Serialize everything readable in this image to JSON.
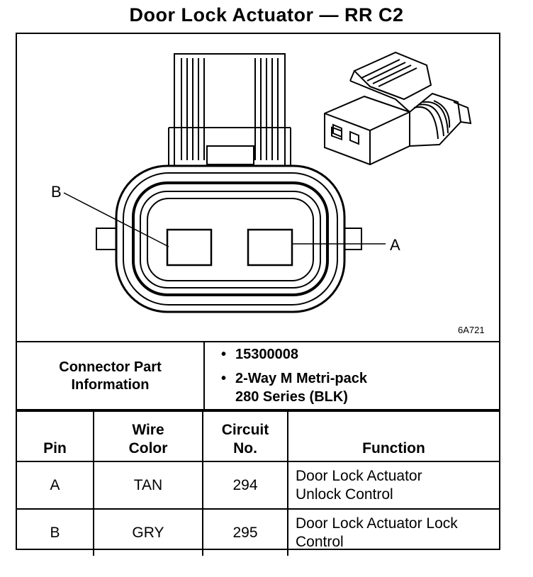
{
  "title": "Door Lock Actuator — RR C2",
  "figure_id": "6A721",
  "callouts": {
    "pin_b": "B",
    "pin_a": "A"
  },
  "connector_part_information": {
    "label_line1": "Connector Part",
    "label_line2": "Information",
    "part_number": "15300008",
    "description_line1": "2-Way M Metri-pack",
    "description_line2": "280 Series (BLK)"
  },
  "pin_table": {
    "headers": {
      "pin": "Pin",
      "wire_color_line1": "Wire",
      "wire_color_line2": "Color",
      "circuit_line1": "Circuit",
      "circuit_line2": "No.",
      "function": "Function"
    },
    "rows": [
      {
        "pin": "A",
        "wire_color": "TAN",
        "circuit": "294",
        "function_line1": "Door Lock Actuator",
        "function_line2": "Unlock Control"
      },
      {
        "pin": "B",
        "wire_color": "GRY",
        "circuit": "295",
        "function_line1": "Door Lock Actuator Lock",
        "function_line2": "Control"
      }
    ]
  }
}
